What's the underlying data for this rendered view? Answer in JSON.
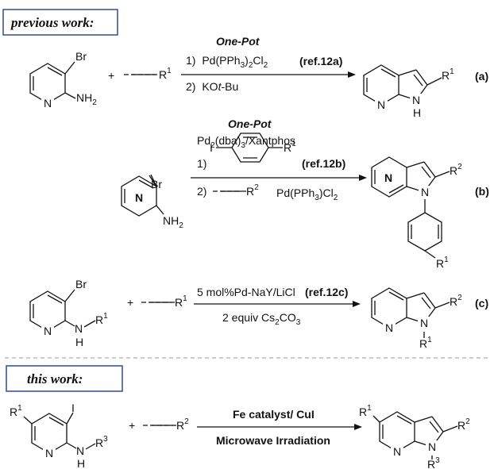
{
  "headers": {
    "previous": "previous work:",
    "current": "this work:"
  },
  "scheme_a": {
    "heading": "One-Pot",
    "step1_num": "1)",
    "step1_a": "Pd(PPh",
    "step1_sub3": "3",
    "step1_b": ")",
    "step1_sub2": "2",
    "step1_c": "Cl",
    "step1_sub2b": "2",
    "ref": "(ref.12a)",
    "step2_num": "2)",
    "step2_a": "KO",
    "step2_t": "t",
    "step2_b": "-Bu",
    "label": "(a)"
  },
  "scheme_b": {
    "heading": "One-Pot",
    "cat_a": "Pd",
    "cat_sub2": "2",
    "cat_b": "(dba)",
    "cat_sub3": "3",
    "cat_c": "/Xantphos",
    "step1_num": "1)",
    "ref": "(ref.12b)",
    "step2_num": "2)",
    "cat2_a": "Pd(PPh",
    "cat2_sub3": "3",
    "cat2_b": ")Cl",
    "cat2_sub2": "2",
    "label": "(b)"
  },
  "scheme_c": {
    "cond1": "5 mol%Pd-NaY/LiCl",
    "ref": "(ref.12c)",
    "cond2_a": "2 equiv Cs",
    "cond2_sub2": "2",
    "cond2_b": "CO",
    "cond2_sub3": "3",
    "label": "(c)"
  },
  "scheme_d": {
    "cond1": "Fe catalyst/ CuI",
    "cond2": "Microwave Irradiation"
  },
  "atoms": {
    "Br": "Br",
    "I": "I",
    "N": "N",
    "H": "H",
    "NH": "NH",
    "sub2": "2",
    "R": "R",
    "one": "1",
    "two": "2",
    "three": "3",
    "plus": "+"
  }
}
